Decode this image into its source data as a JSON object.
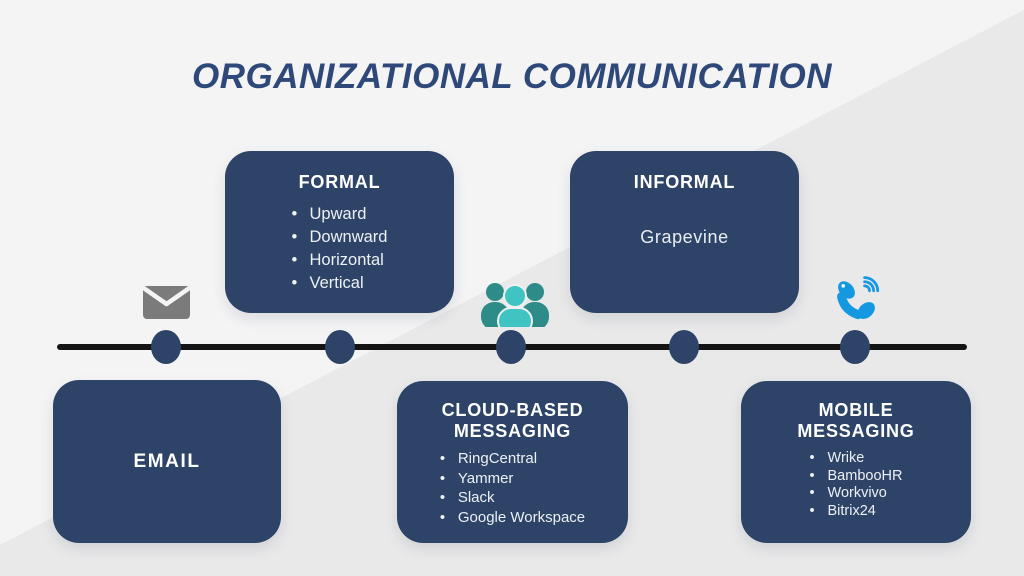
{
  "title": "ORGANIZATIONAL COMMUNICATION",
  "boxes": {
    "formal": {
      "title": "FORMAL",
      "items": [
        "Upward",
        "Downward",
        "Horizontal",
        "Vertical"
      ]
    },
    "informal": {
      "title": "INFORMAL",
      "note": "Grapevine"
    },
    "email": {
      "title": "EMAIL"
    },
    "cloud": {
      "title": "CLOUD-BASED MESSAGING",
      "items": [
        "RingCentral",
        "Yammer",
        "Slack",
        "Google Workspace"
      ]
    },
    "mobile": {
      "title": "MOBILE MESSAGING",
      "items": [
        "Wrike",
        "BambooHR",
        "Workvivo",
        "Bitrix24"
      ]
    }
  },
  "icons": {
    "envelope": "envelope-icon",
    "team": "team-group-icon",
    "phone": "ringing-phone-icon"
  },
  "timeline": {
    "dot_count": 5
  },
  "colors": {
    "navy": "#2d4468",
    "title_navy": "#2e4979",
    "background_light": "#f4f4f5",
    "background_shade": "#e9e9ea",
    "envelope_gray": "#7b7b7c",
    "teal_dark": "#2e8c88",
    "teal_light": "#3fc3c3",
    "phone_blue": "#1598e2",
    "timeline_black": "#141414"
  }
}
